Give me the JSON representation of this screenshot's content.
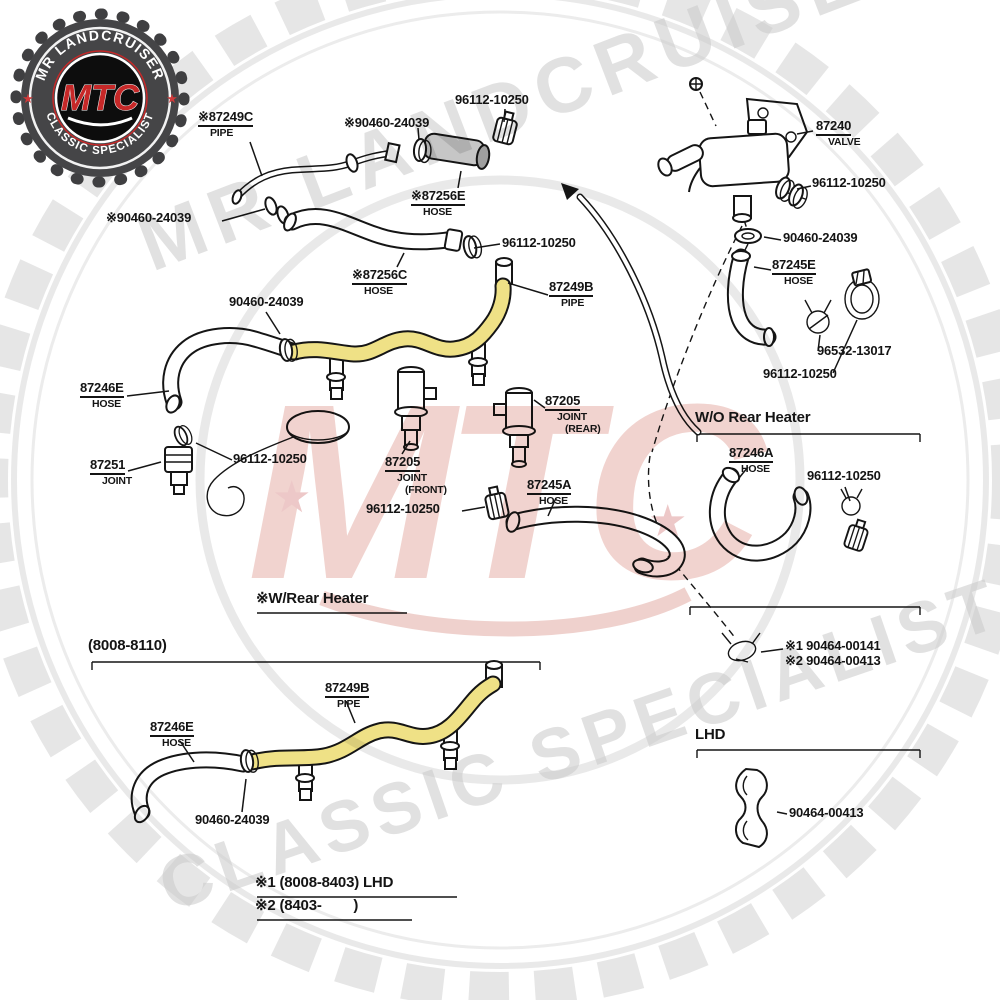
{
  "logo": {
    "brand_top": "MR LANDCRUISER",
    "brand_bottom": "CLASSIC SPECIALIST",
    "monogram": "MTC",
    "star": "★"
  },
  "watermark": {
    "text_top": "MR LANDCRUISER",
    "text_bottom": "CLASSIC SPECIALIST",
    "monogram": "MTC",
    "star": "★"
  },
  "colors": {
    "highlight_yellow": "#efe186",
    "logo_red": "#c62828",
    "line": "#151515"
  },
  "labels": [
    {
      "text": "96112-10250"
    },
    {
      "text": "※90460-24039"
    },
    {
      "text": "※87249C",
      "sub": "PIPE"
    },
    {
      "text": "※87256E",
      "sub": "HOSE"
    },
    {
      "text": "※90460-24039"
    },
    {
      "text": "96112-10250"
    },
    {
      "text": "※87256C",
      "sub": "HOSE"
    },
    {
      "text": "87249B",
      "sub": "PIPE"
    },
    {
      "text": "90460-24039"
    },
    {
      "text": "87246E",
      "sub": "HOSE"
    },
    {
      "text": "87251",
      "sub": "JOINT"
    },
    {
      "text": "96112-10250"
    },
    {
      "text": "87205",
      "sub": "JOINT",
      "sub2": "(FRONT)"
    },
    {
      "text": "87205",
      "sub": "JOINT",
      "sub2": "(REAR)"
    },
    {
      "text": "96112-10250"
    },
    {
      "text": "87245A",
      "sub": "HOSE"
    },
    {
      "text": "87240",
      "sub": "VALVE"
    },
    {
      "text": "96112-10250"
    },
    {
      "text": "90460-24039"
    },
    {
      "text": "87245E",
      "sub": "HOSE"
    },
    {
      "text": "96532-13017"
    },
    {
      "text": "96112-10250"
    },
    {
      "text": "W/O Rear Heater"
    },
    {
      "text": "87246A",
      "sub": "HOSE"
    },
    {
      "text": "96112-10250"
    },
    {
      "text": "※W/Rear Heater"
    },
    {
      "text": "(8008-8110)"
    },
    {
      "text": "87249B",
      "sub": "PIPE"
    },
    {
      "text": "87246E",
      "sub": "HOSE"
    },
    {
      "text": "90460-24039"
    },
    {
      "text": "※1 90464-00141"
    },
    {
      "text": "※2 90464-00413"
    },
    {
      "text": "LHD"
    },
    {
      "text": "90464-00413"
    },
    {
      "text": "※1 (8008-8403) LHD"
    },
    {
      "text": "※2 (8403-        )"
    }
  ]
}
